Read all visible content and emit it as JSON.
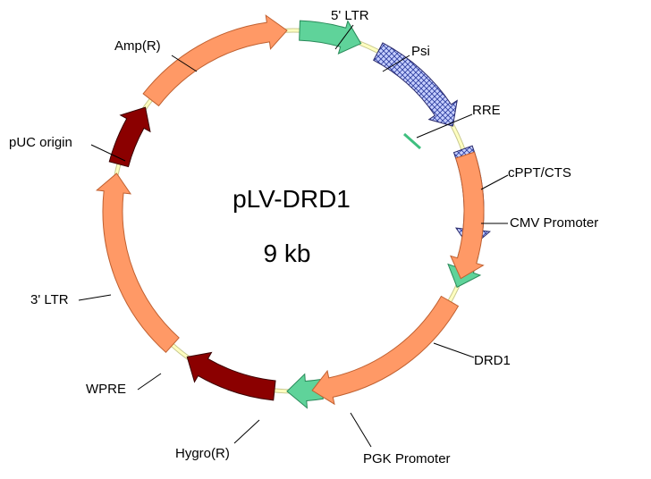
{
  "plasmid": {
    "name": "pLV-DRD1",
    "size": "9 kb",
    "backbone_color": "#ffffc0",
    "backbone_stroke": "#c8c890"
  },
  "features": [
    {
      "key": "ltr5",
      "label": "5' LTR",
      "start": 340,
      "end": 372,
      "style": "hatch",
      "color": "#c7d0ff"
    },
    {
      "key": "psi",
      "label": "Psi",
      "start": 374,
      "end": 385,
      "style": "arrow",
      "color": "#5fd39a"
    },
    {
      "key": "rre",
      "label": "RRE",
      "style": "bar",
      "color": "#3fbf7f"
    },
    {
      "key": "cppt",
      "label": "cPPT/CTS",
      "start": 441,
      "end": 452,
      "style": "arrow",
      "color": "#5fd39a"
    },
    {
      "key": "cmv",
      "label": "CMV Promoter",
      "start": 456,
      "end": 486,
      "style": "arrow",
      "color": "#8b0000"
    },
    {
      "key": "drd1",
      "label": "DRD1",
      "start": 492,
      "end": 552,
      "style": "arrow",
      "color": "#ff9966"
    },
    {
      "key": "pgk",
      "label": "PGK Promoter",
      "start": 555,
      "end": 575,
      "style": "arrow",
      "color": "#8b0000"
    },
    {
      "key": "hygro",
      "label": "Hygro(R)",
      "start": 578,
      "end": 628,
      "style": "arrow",
      "color": "#ff9966"
    },
    {
      "key": "wpre",
      "label": "WPRE",
      "start": 632,
      "end": 652,
      "style": "arrow",
      "color": "#5fd39a"
    },
    {
      "key": "ltr3",
      "label": "3' LTR",
      "start": 658,
      "end": 692,
      "style": "hatch",
      "color": "#c7d0ff"
    },
    {
      "key": "puc",
      "label": "pUC origin",
      "start": 702,
      "end": 742,
      "style": "arrow",
      "color": "#ff9966"
    },
    {
      "key": "amp",
      "label": "Amp(R)",
      "start": 750,
      "end": 804,
      "style": "arrow",
      "color": "#ff9966"
    }
  ]
}
